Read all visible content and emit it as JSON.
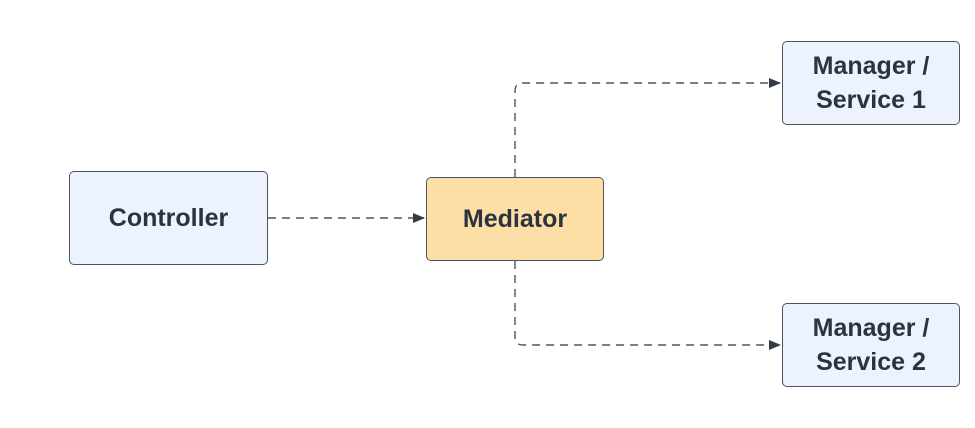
{
  "colors": {
    "node_fill": "#edf3fc",
    "mediator_fill": "#fddfa6",
    "stroke": "#4a5563",
    "text": "#2b3340"
  },
  "nodes": {
    "controller": {
      "label": "Controller"
    },
    "mediator": {
      "label": "Mediator"
    },
    "service1": {
      "label": "Manager /\nService 1"
    },
    "service2": {
      "label": "Manager /\nService 2"
    }
  },
  "edges": [
    {
      "from": "controller",
      "to": "mediator",
      "style": "dashed"
    },
    {
      "from": "mediator",
      "to": "service1",
      "style": "dashed"
    },
    {
      "from": "mediator",
      "to": "service2",
      "style": "dashed"
    }
  ]
}
